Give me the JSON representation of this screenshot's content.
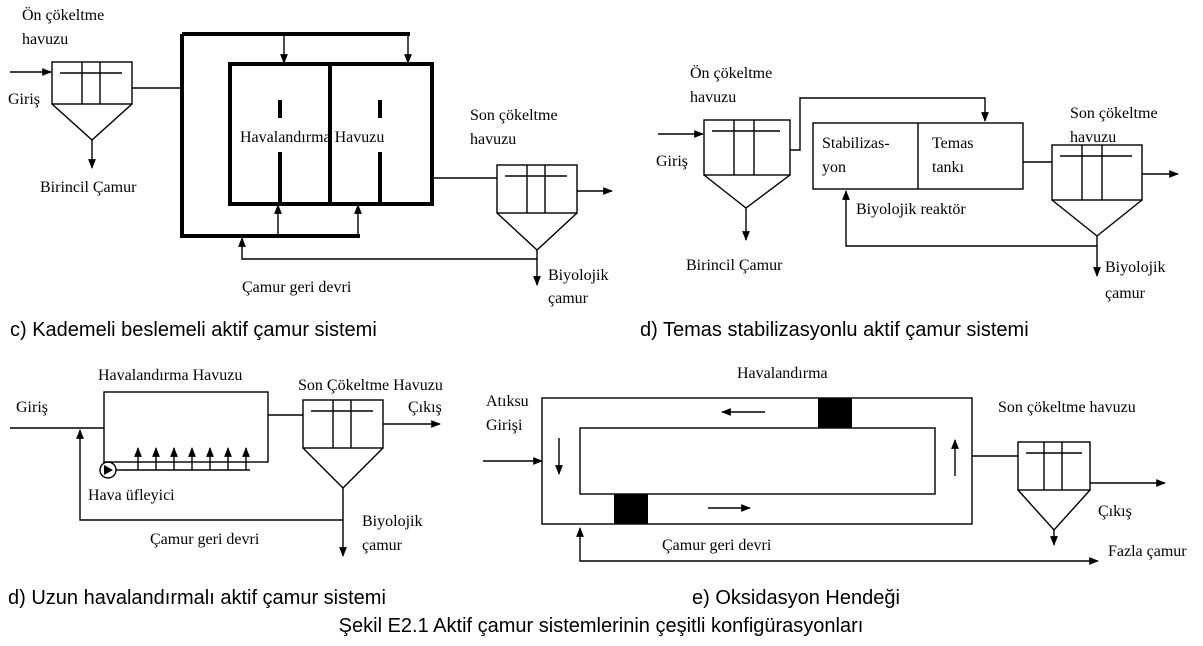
{
  "panel_c": {
    "settler1_label_line1": "Ön çökeltme",
    "settler1_label_line2": "havuzu",
    "inlet": "Giriş",
    "primary_sludge": "Birincil Çamur",
    "aeration_tank": "Havalandırma Havuzu",
    "settler2_label_line1": "Son çökeltme",
    "settler2_label_line2": "havuzu",
    "bio_sludge_line1": "Biyolojik",
    "bio_sludge_line2": "çamur",
    "recycle": "Çamur geri devri",
    "caption": "c) Kademeli beslemeli aktif çamur sistemi"
  },
  "panel_d1": {
    "settler1_label_line1": "Ön çökeltme",
    "settler1_label_line2": "havuzu",
    "inlet": "Giriş",
    "primary_sludge": "Birincil Çamur",
    "stab_line1": "Stabilizas-",
    "stab_line2": "yon",
    "contact_line1": "Temas",
    "contact_line2": "tankı",
    "reactor": "Biyolojik reaktör",
    "settler2_label_line1": "Son çökeltme",
    "settler2_label_line2": "havuzu",
    "bio_sludge_line1": "Biyolojik",
    "bio_sludge_line2": "çamur",
    "caption": "d) Temas stabilizasyonlu aktif çamur sistemi"
  },
  "panel_d2": {
    "aeration_tank": "Havalandırma Havuzu",
    "final_settler": "Son Çökeltme Havuzu",
    "inlet": "Giriş",
    "outlet": "Çıkış",
    "blower": "Hava üfleyici",
    "bio_sludge_line1": "Biyolojik",
    "bio_sludge_line2": "çamur",
    "recycle": "Çamur geri devri",
    "caption": "d) Uzun havalandırmalı aktif çamur sistemi"
  },
  "panel_e": {
    "aeration": "Havalandırma",
    "inlet_line1": "Atıksu",
    "inlet_line2": "Girişi",
    "final_settler": "Son çökeltme havuzu",
    "outlet": "Çıkış",
    "recycle": "Çamur geri devri",
    "excess_sludge": "Fazla çamur",
    "caption": "e) Oksidasyon Hendeği"
  },
  "figure_caption": "Şekil E2.1 Aktif çamur sistemlerinin çeşitli konfigürasyonları"
}
